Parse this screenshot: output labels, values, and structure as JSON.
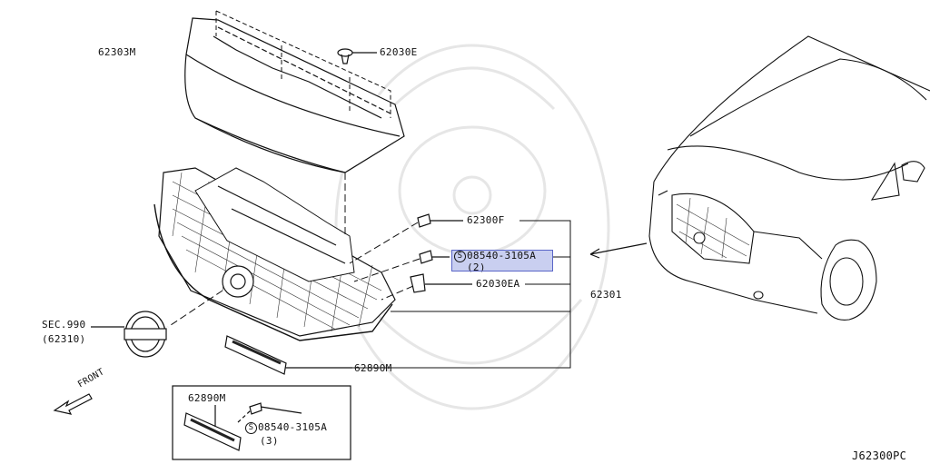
{
  "diagram_code": "J62300PC",
  "labels": {
    "p62303M": "62303M",
    "p62030E": "62030E",
    "p62300F": "62300F",
    "p08540_code": "08540-3105A",
    "p08540_qty": "(2)",
    "p62030EA": "62030EA",
    "p62301": "62301",
    "sec990_line1": "SEC.990",
    "sec990_line2": "(62310)",
    "p62890M": "62890M",
    "front": "FRONT",
    "inset_62890M": "62890M",
    "inset_08540_code": "08540-3105A",
    "inset_08540_qty": "(3)",
    "circled_s": "S"
  },
  "highlight_color": "#c9cff0"
}
